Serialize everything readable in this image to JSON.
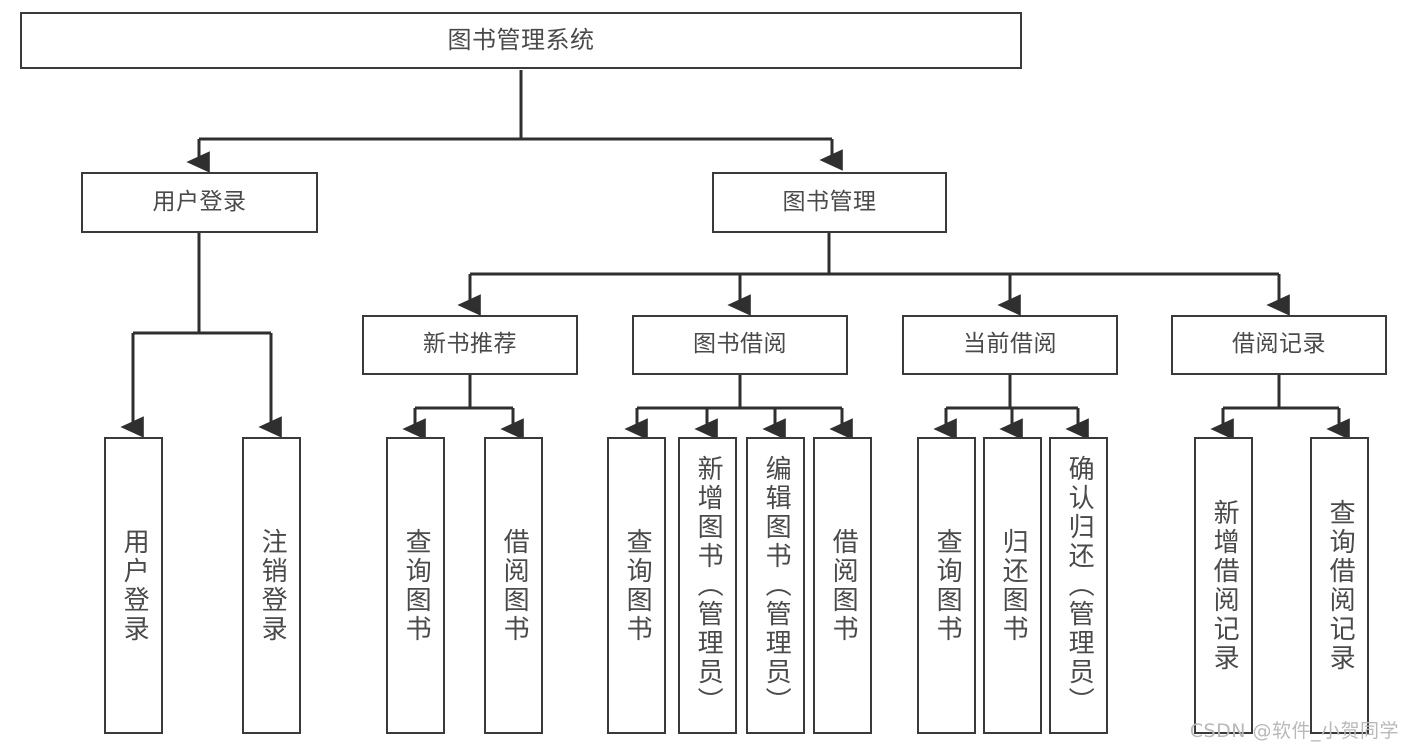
{
  "diagram": {
    "title": "图书管理系统",
    "watermark": "CSDN @软件_小贺同学",
    "colors": {
      "stroke": "#3a3a3a",
      "text": "#4a4a4a",
      "background": "#ffffff",
      "watermark": "#b9b9b9"
    },
    "root": {
      "label": "图书管理系统"
    },
    "level1": [
      {
        "label": "用户登录"
      },
      {
        "label": "图书管理"
      }
    ],
    "level2": [
      {
        "label": "新书推荐"
      },
      {
        "label": "图书借阅"
      },
      {
        "label": "当前借阅"
      },
      {
        "label": "借阅记录"
      }
    ],
    "leaves": {
      "user_login": [
        {
          "label": "用户登录"
        },
        {
          "label": "注销登录"
        }
      ],
      "new_book_recommend": [
        {
          "label": "查询图书"
        },
        {
          "label": "借阅图书"
        }
      ],
      "book_borrow": [
        {
          "label": "查询图书"
        },
        {
          "label": "新增图书（管理员）"
        },
        {
          "label": "编辑图书（管理员）"
        },
        {
          "label": "借阅图书"
        }
      ],
      "current_borrow": [
        {
          "label": "查询图书"
        },
        {
          "label": "归还图书"
        },
        {
          "label": "确认归还（管理员）"
        }
      ],
      "borrow_record": [
        {
          "label": "新增借阅记录"
        },
        {
          "label": "查询借阅记录"
        }
      ]
    }
  }
}
